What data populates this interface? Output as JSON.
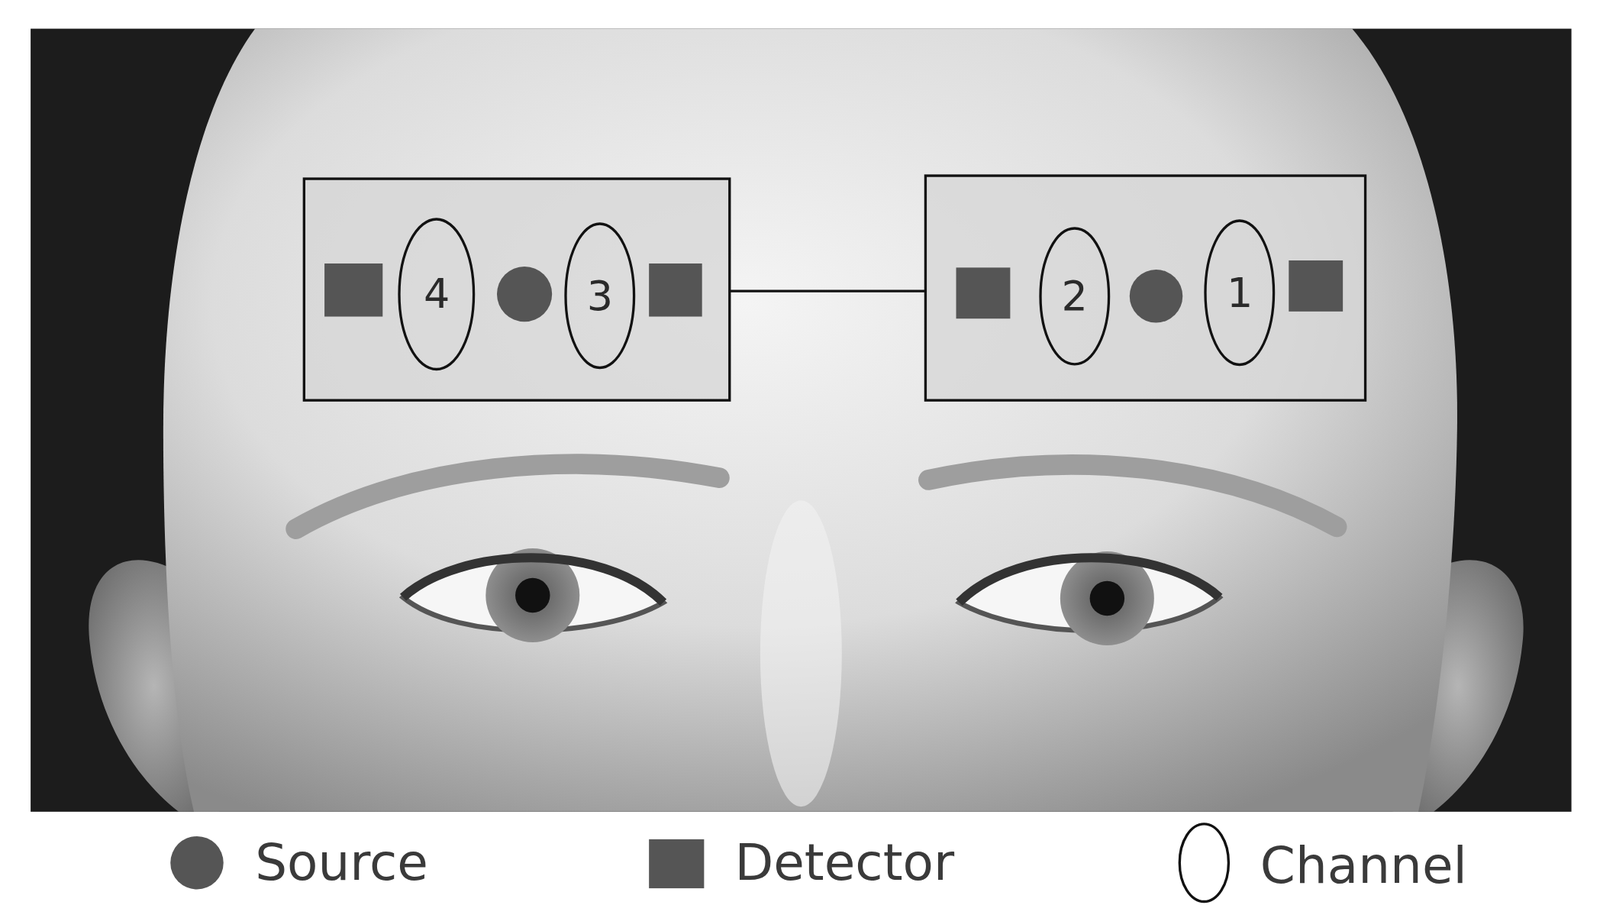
{
  "diagram": {
    "nodes": [
      {
        "text": [
          "4"
        ]
      },
      {
        "text": [
          "3"
        ]
      },
      {
        "text": [
          "2"
        ]
      },
      {
        "text": [
          "1"
        ]
      }
    ],
    "legend": [
      {
        "text": "Source"
      },
      {
        "text": "Detector"
      },
      {
        "text": "Channel"
      }
    ]
  }
}
